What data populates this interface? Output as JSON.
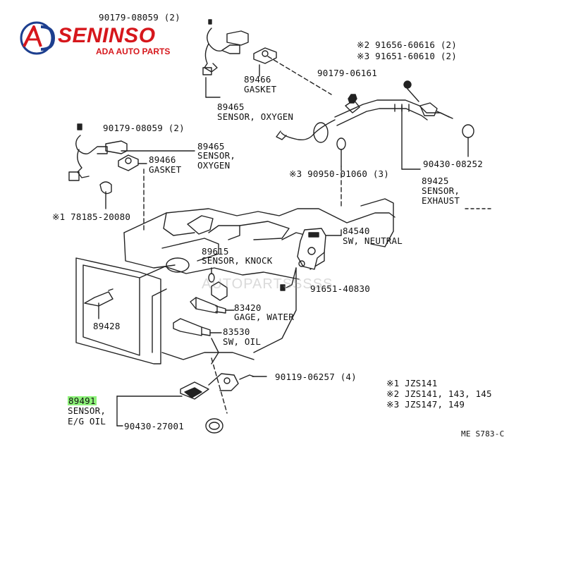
{
  "brand": {
    "name": "SENINSO",
    "tagline": "ADA AUTO PARTS",
    "mark_letters": "AD",
    "color_red": "#d6171c",
    "color_blue": "#1d3f8f"
  },
  "watermark": "AUTOPARTSSSSS",
  "highlight_color": "#8ef27a",
  "parts": {
    "p1": "90179-08059 (2)",
    "p2_num": "89466",
    "p2_name": "GASKET",
    "p3_num": "89465",
    "p3_name": "SENSOR, OXYGEN",
    "p4": "※2  91656-60616 (2)",
    "p5": "※3  91651-60610 (2)",
    "p6": "90179-06161",
    "p7": "90179-08059 (2)",
    "p8_num": "89465",
    "p8_name1": "SENSOR,",
    "p8_name2": "OXYGEN",
    "p9_num": "89466",
    "p9_name": "GASKET",
    "p10": "※3  90950-01060 (3)",
    "p11": "90430-08252",
    "p12_num": "89425",
    "p12_name1": "SENSOR,",
    "p12_name2": "EXHAUST",
    "p13": "※1  78185-20080",
    "p14_num": "84540",
    "p14_name": "SW, NEUTRAL",
    "p15_num": "89615",
    "p15_name": "SENSOR, KNOCK",
    "p16": "91651-40830",
    "p17": "89428",
    "p18_num": "83420",
    "p18_name": "GAGE, WATER",
    "p19_num": "83530",
    "p19_name": "SW, OIL",
    "p20": "90119-06257 (4)",
    "p21_num": "89491",
    "p21_name1": "SENSOR,",
    "p21_name2": "E/G  OIL",
    "p22": "90430-27001"
  },
  "notes": [
    "※1  JZS141",
    "※2  JZS141, 143, 145",
    "※3  JZS147, 149"
  ],
  "code": "ME S783-C"
}
